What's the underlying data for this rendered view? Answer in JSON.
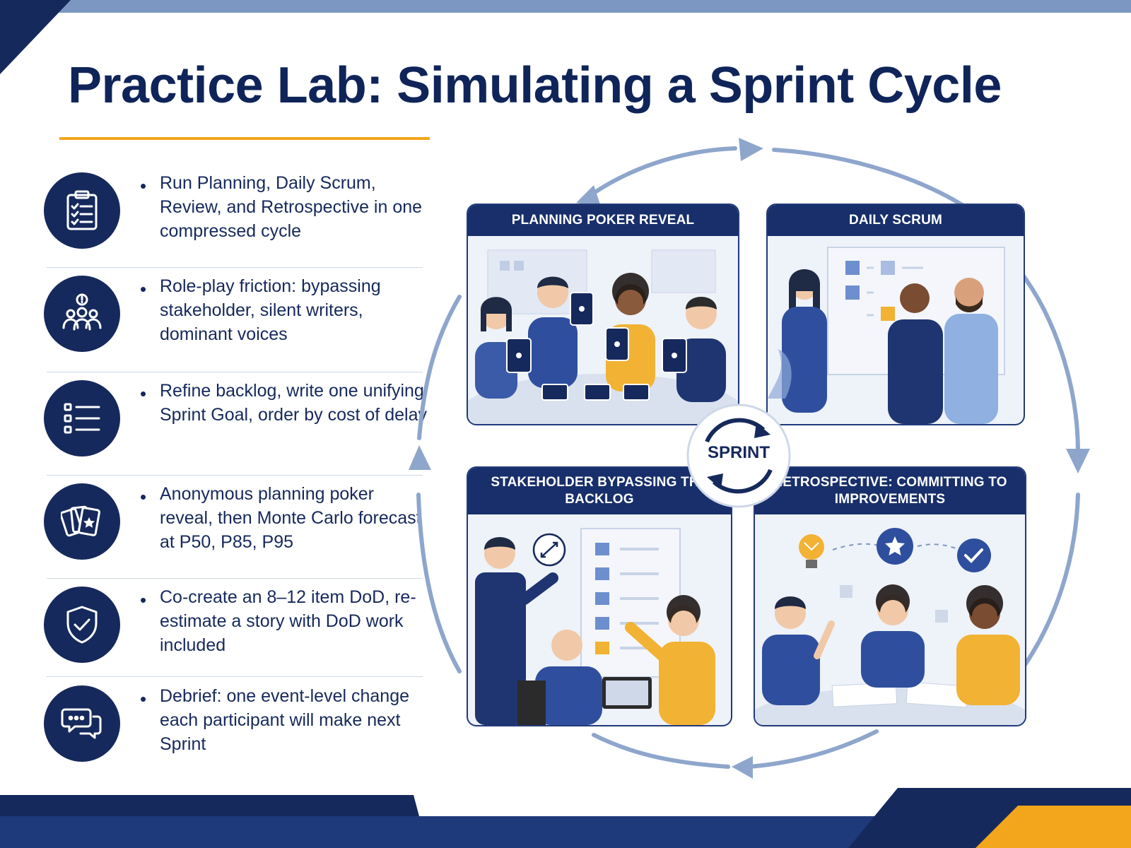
{
  "title": "Practice Lab: Simulating a Sprint Cycle",
  "items": [
    {
      "icon": "clipboard-checklist-icon",
      "text": "Run Planning, Daily Scrum, Review, and Retrospective in one compressed cycle"
    },
    {
      "icon": "team-alert-icon",
      "text": "Role-play friction: bypassing stakeholder, silent writers, dominant voices"
    },
    {
      "icon": "backlog-list-icon",
      "text": "Refine backlog, write one unifying Sprint Goal, order by cost of delay"
    },
    {
      "icon": "poker-cards-icon",
      "text": "Anonymous planning poker reveal, then Monte Carlo forecast at P50, P85, P95"
    },
    {
      "icon": "shield-check-icon",
      "text": "Co-create an 8–12 item DoD, re-estimate a story with DoD work included"
    },
    {
      "icon": "chat-bubbles-icon",
      "text": "Debrief: one event-level change each participant will make next Sprint"
    }
  ],
  "panels": {
    "planning": {
      "title": "PLANNING POKER REVEAL"
    },
    "daily": {
      "title": "DAILY SCRUM"
    },
    "stakeholder": {
      "title": "STAKEHOLDER BYPASSING THE BACKLOG"
    },
    "retro": {
      "title": "RETROSPECTIVE: COMMITTING TO IMPROVEMENTS"
    }
  },
  "hub": {
    "label": "SPRINT"
  },
  "colors": {
    "navy": "#16295c",
    "accent": "#f3a51b",
    "cycle": "#8ea6cc",
    "bg": "#ffffff"
  }
}
